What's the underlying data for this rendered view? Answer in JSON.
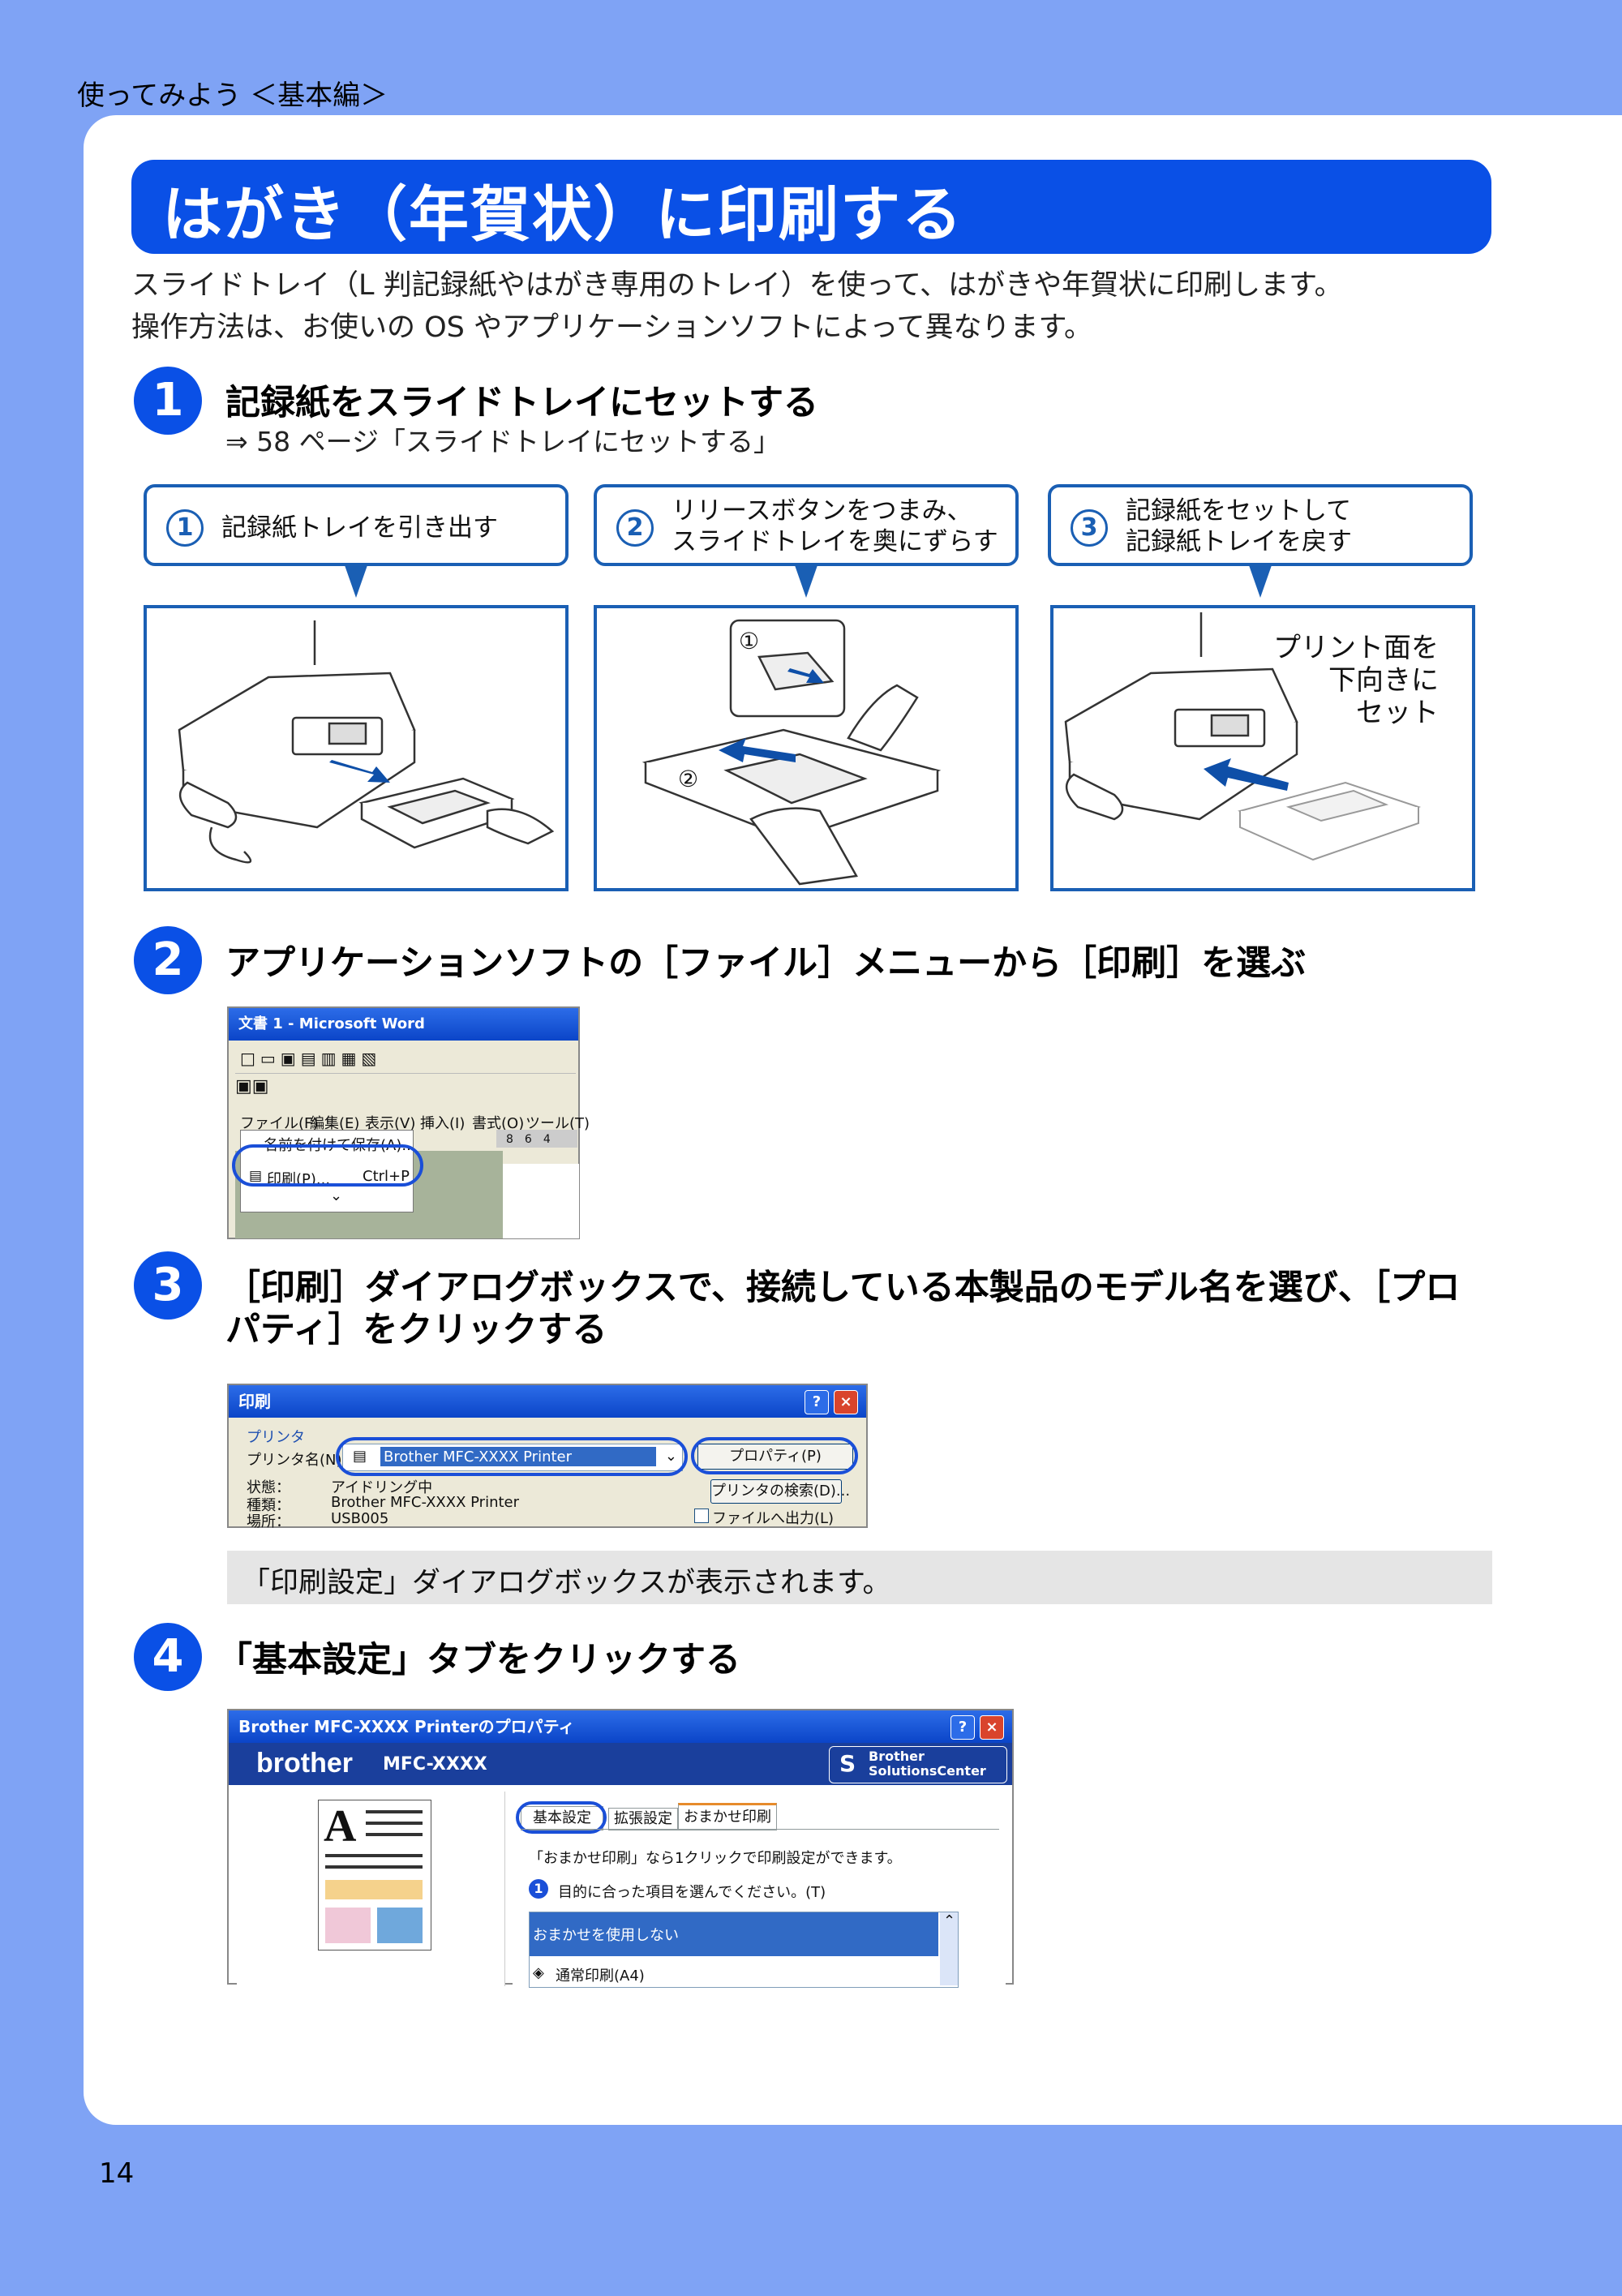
{
  "header": {
    "chapter": "使ってみよう ＜基本編＞"
  },
  "title": "はがき（年賀状）に印刷する",
  "intro": [
    "スライドトレイ（L 判記録紙やはがき専用のトレイ）を使って、はがきや年賀状に印刷します。",
    "操作方法は、お使いの OS やアプリケーションソフトによって異なります。"
  ],
  "steps": [
    {
      "num": "1",
      "title": "記録紙をスライドトレイにセットする",
      "ref": "⇒ 58 ページ「スライドトレイにセットする」"
    },
    {
      "num": "2",
      "title": "アプリケーションソフトの［ファイル］メニューから［印刷］を選ぶ"
    },
    {
      "num": "3",
      "title_line1": "［印刷］ダイアログボックスで、接続している本製品のモデル名を選び、［プロ",
      "title_line2": "パティ］をクリックする"
    },
    {
      "num": "4",
      "title": "「基本設定」タブをクリックする"
    }
  ],
  "callouts": [
    {
      "num": "1",
      "line1": "記録紙トレイを引き出す",
      "line2": ""
    },
    {
      "num": "2",
      "line1": "リリースボタンをつまみ、",
      "line2": "スライドトレイを奥にずらす"
    },
    {
      "num": "3",
      "line1": "記録紙をセットして",
      "line2": "記録紙トレイを戻す"
    }
  ],
  "illus": {
    "inset1": "①",
    "inset2": "②",
    "panel3_line1": "プリント面を",
    "panel3_line2": "下向きに",
    "panel3_line3": "セット"
  },
  "word_shot": {
    "title": "文書 1 - Microsoft Word",
    "menus": [
      "ファイル(F)",
      "編集(E)",
      "表示(V)",
      "挿入(I)",
      "書式(O)",
      "ツール(T)"
    ],
    "ruler": "8　6　4",
    "menu_item_saveas": "名前を付けて保存(A)...",
    "menu_item_print": "印刷(P)...",
    "menu_item_shortcut": "Ctrl+P",
    "more": "⌄"
  },
  "print_shot": {
    "title": "印刷",
    "help": "?",
    "close": "×",
    "group": "プリンタ",
    "printer_label": "プリンタ名(N):",
    "printer_value": "Brother MFC-XXXX Printer",
    "status_label": "状態：",
    "status_value": "アイドリング中",
    "type_label": "種類：",
    "type_value": "Brother MFC-XXXX Printer",
    "place_label": "場所：",
    "place_value": "USB005",
    "properties_button": "プロパティ(P)",
    "find_button": "プリンタの検索(D)...",
    "file_checkbox": "ファイルへ出力(L)"
  },
  "note": "「印刷設定」ダイアログボックスが表示されます。",
  "prop_shot": {
    "title": "Brother MFC-XXXX Printerのプロパティ",
    "help": "?",
    "close": "×",
    "brand": "brother",
    "model": "MFC-XXXX",
    "solutions1": "Brother",
    "solutions2": "SolutionsCenter",
    "tabs": [
      "基本設定",
      "拡張設定",
      "おまかせ印刷"
    ],
    "message": "「おまかせ印刷」なら1クリックで印刷設定ができます。",
    "instruction_num": "1",
    "instruction": "目的に合った項目を選んでください。(T)",
    "list": [
      "おまかせを使用しない",
      "通常印刷(A4)"
    ],
    "preview_letter": "A"
  },
  "footer": {
    "page": "14"
  }
}
